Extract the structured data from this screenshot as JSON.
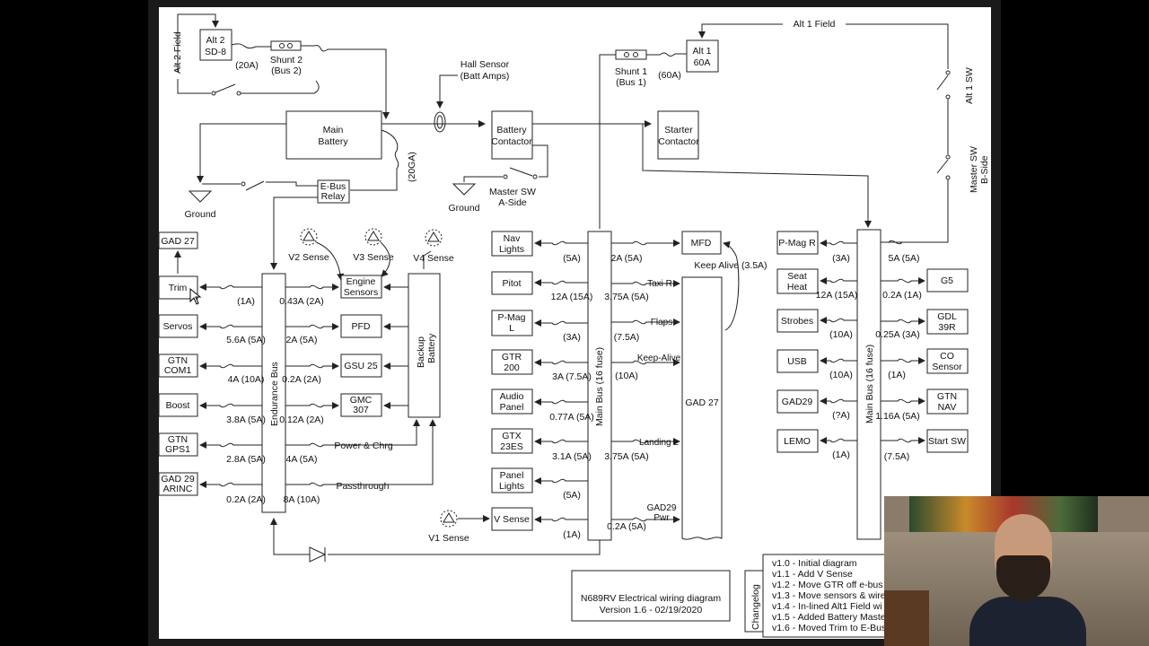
{
  "diagram": {
    "title_line1": "N689RV Electrical wiring diagram",
    "title_line2": "Version 1.6 - 02/19/2020",
    "changelog_label": "Changelog",
    "changelog": [
      "v1.0 - Initial diagram",
      "v1.1 - Add V Sense",
      "v1.2 - Move GTR off e-bus",
      "v1.3 - Move sensors & wire",
      "v1.4 - In-lined Alt1 Field wi",
      "v1.5 - Added Battery Maste",
      "v1.6 - Moved Trim to E-Bus"
    ],
    "top": {
      "alt2_field": "Alt 2 Field",
      "alt2_l1": "Alt 2",
      "alt2_l2": "SD-8",
      "alt2_amp": "(20A)",
      "shunt2_l1": "Shunt 2",
      "shunt2_l2": "(Bus 2)",
      "main_batt_l1": "Main",
      "main_batt_l2": "Battery",
      "batt_fuse": "(20GA)",
      "ebus_l1": "E-Bus",
      "ebus_l2": "Relay",
      "ground_left": "Ground",
      "hall_l1": "Hall Sensor",
      "hall_l2": "(Batt Amps)",
      "bc_l1": "Battery",
      "bc_l2": "Contactor",
      "master_sw_a_l1": "Master SW",
      "master_sw_a_l2": "A-Side",
      "ground_mid": "Ground",
      "shunt1_l1": "Shunt 1",
      "shunt1_l2": "(Bus 1)",
      "alt1_amp": "(60A)",
      "alt1_l1": "Alt 1",
      "alt1_l2": "60A",
      "alt1_field": "Alt 1 Field",
      "alt1_sw": "Alt 1 SW",
      "starter_l1": "Starter",
      "starter_l2": "Contactor",
      "master_sw_b_l1": "Master SW",
      "master_sw_b_l2": "B-Side"
    },
    "endurance": {
      "bus_label": "Endurance Bus",
      "gad27": "GAD 27",
      "sense_v2": "V2 Sense",
      "sense_v3": "V3 Sense",
      "sense_v4": "V4 Sense",
      "engine_sensors_l1": "Engine",
      "engine_sensors_l2": "Sensors",
      "backup_l1": "Backup",
      "backup_l2": "Battery",
      "power_chrg": "Power & Chrg",
      "passthrough": "Passthrough",
      "left": [
        {
          "l1": "Trim",
          "l2": "",
          "amp": "(1A)"
        },
        {
          "l1": "Servos",
          "l2": "",
          "amp": "5.6A (5A)"
        },
        {
          "l1": "GTN",
          "l2": "COM1",
          "amp": "4A (10A)"
        },
        {
          "l1": "Boost",
          "l2": "",
          "amp": "3.8A (5A)"
        },
        {
          "l1": "GTN",
          "l2": "GPS1",
          "amp": "2.8A (5A)"
        },
        {
          "l1": "GAD 29",
          "l2": "ARINC",
          "amp": "0.2A (2A)"
        }
      ],
      "right": [
        {
          "l1": "",
          "amp": "0.43A (2A)"
        },
        {
          "l1": "PFD",
          "amp": "2A (5A)"
        },
        {
          "l1": "GSU 25",
          "amp": "0.2A (2A)"
        },
        {
          "l1": "GMC",
          "l2": "307",
          "amp": "0.12A (2A)"
        },
        {
          "l1": "",
          "amp": "4A (5A)"
        },
        {
          "l1": "",
          "amp": "8A (10A)"
        }
      ]
    },
    "main1": {
      "bus_label": "Main Bus (16 fuse)",
      "left": [
        {
          "l1": "Nav",
          "l2": "Lights",
          "amp": "(5A)"
        },
        {
          "l1": "Pitot",
          "l2": "",
          "amp": "12A (15A)"
        },
        {
          "l1": "P-Mag",
          "l2": "L",
          "amp": "(3A)"
        },
        {
          "l1": "GTR",
          "l2": "200",
          "amp": "3A (7.5A)"
        },
        {
          "l1": "Audio",
          "l2": "Panel",
          "amp": "0.77A (5A)"
        },
        {
          "l1": "GTX",
          "l2": "23ES",
          "amp": "3.1A (5A)"
        },
        {
          "l1": "Panel",
          "l2": "Lights",
          "amp": "(5A)"
        },
        {
          "l1": "V Sense",
          "l2": "",
          "amp": "(1A)"
        }
      ],
      "v1_sense": "V1 Sense",
      "right": [
        {
          "amp": "2A (5A)"
        },
        {
          "tag": "Taxi R",
          "amp": "3.75A (5A)"
        },
        {
          "tag": "Flaps",
          "amp": "(7.5A)"
        },
        {
          "tag": "Keep-Alive",
          "amp": "(10A)"
        },
        {
          "tag": "Landing L",
          "amp": "3.75A (5A)"
        },
        {
          "tag_l1": "GAD29",
          "tag_l2": "Pwr",
          "amp": "0.2A (5A)"
        }
      ],
      "mfd": "MFD",
      "keep_alive": "Keep Alive (3.5A)",
      "gad27_tall": "GAD 27"
    },
    "main2": {
      "bus_label": "Main Bus (16 fuse)",
      "left": [
        {
          "l1": "P-Mag R",
          "l2": "",
          "amp": "(3A)"
        },
        {
          "l1": "Seat",
          "l2": "Heat",
          "amp": "12A (15A)"
        },
        {
          "l1": "Strobes",
          "l2": "",
          "amp": "(10A)"
        },
        {
          "l1": "USB",
          "l2": "",
          "amp": "(10A)"
        },
        {
          "l1": "GAD29",
          "l2": "",
          "amp": "(?A)"
        },
        {
          "l1": "LEMO",
          "l2": "",
          "amp": "(1A)"
        }
      ],
      "right": [
        {
          "l1": "",
          "amp": "5A (5A)"
        },
        {
          "l1": "G5",
          "amp": "0.2A (1A)"
        },
        {
          "l1": "GDL",
          "l2": "39R",
          "amp": "0.25A (3A)"
        },
        {
          "l1": "CO",
          "l2": "Sensor",
          "amp": "(1A)"
        },
        {
          "l1": "GTN",
          "l2": "NAV",
          "amp": "1.16A (5A)"
        },
        {
          "l1": "Start SW",
          "amp": "(7.5A)"
        }
      ]
    }
  }
}
